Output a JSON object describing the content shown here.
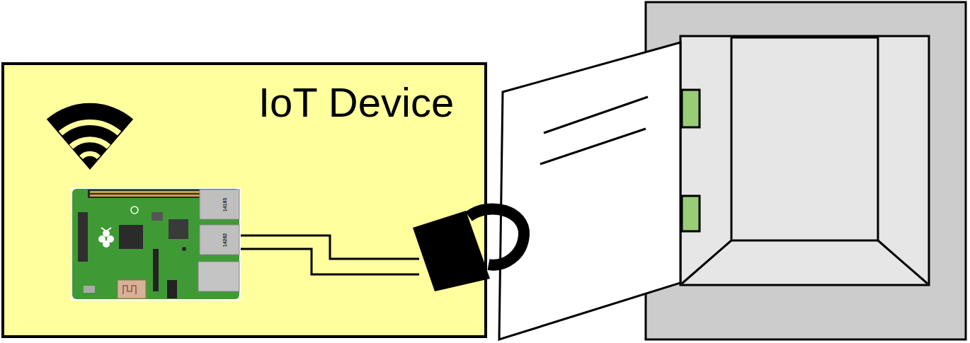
{
  "diagram": {
    "nodes": [
      {
        "text": [
          "IoT Device"
        ]
      }
    ],
    "labels": [
      "14183",
      "14262"
    ]
  }
}
